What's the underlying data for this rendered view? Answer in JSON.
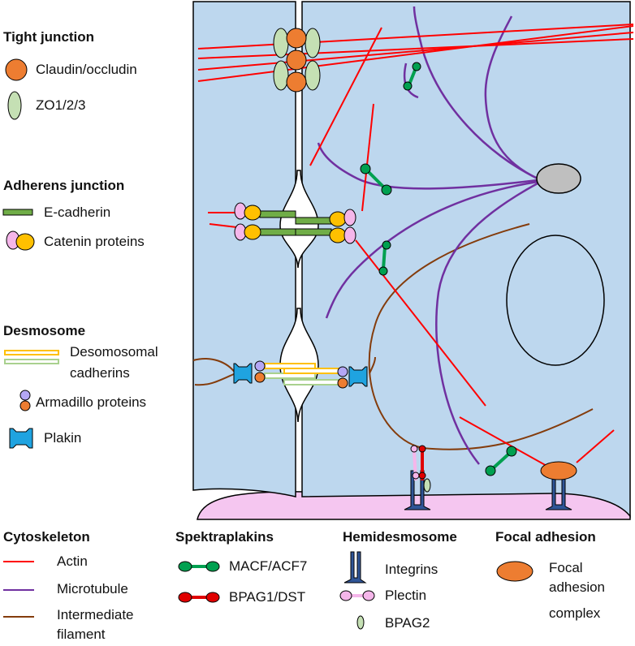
{
  "tight_junction": {
    "title": "Tight junction",
    "claudin_label": "Claudin/occludin",
    "zo_label": "ZO1/2/3"
  },
  "adherens_junction": {
    "title": "Adherens junction",
    "ecadherin_label": "E-cadherin",
    "catenin_label": "Catenin proteins"
  },
  "desmosome": {
    "title": "Desmosome",
    "cadherins_label_line1": "Desomosomal",
    "cadherins_label_line2": "cadherins",
    "armadillo_label": "Armadillo proteins",
    "plakin_label": "Plakin"
  },
  "cytoskeleton": {
    "title": "Cytoskeleton",
    "actin_label": "Actin",
    "microtubule_label": "Microtubule",
    "if_label_line1": "Intermediate",
    "if_label_line2": "filament"
  },
  "spektraplakins": {
    "title": "Spektraplakins",
    "macf_label": "MACF/ACF7",
    "bpag1_label": "BPAG1/DST"
  },
  "hemidesmosome": {
    "title": "Hemidesmosome",
    "integrins_label": "Integrins",
    "plectin_label": "Plectin",
    "bpag2_label": "BPAG2"
  },
  "focal_adhesion": {
    "title": "Focal adhesion",
    "complex_line1": "Focal",
    "complex_line2": "adhesion",
    "complex_line3": "complex"
  },
  "colors": {
    "cell": "#bdd7ee",
    "basement_membrane": "#f5c6f0",
    "actin": "#ff0000",
    "microtubule": "#7030a0",
    "intermediate_filament": "#843c0c",
    "claudin": "#ed7d31",
    "zo": "#c5e0b4",
    "ecadherin": "#70ad47",
    "catenin_pink": "#f5b6ea",
    "catenin_yellow": "#ffc000",
    "plakin": "#1fa3e0",
    "macf": "#00a050",
    "bpag1": "#e00000",
    "integrin": "#2f5597",
    "centrosome": "#bfbfbf"
  }
}
